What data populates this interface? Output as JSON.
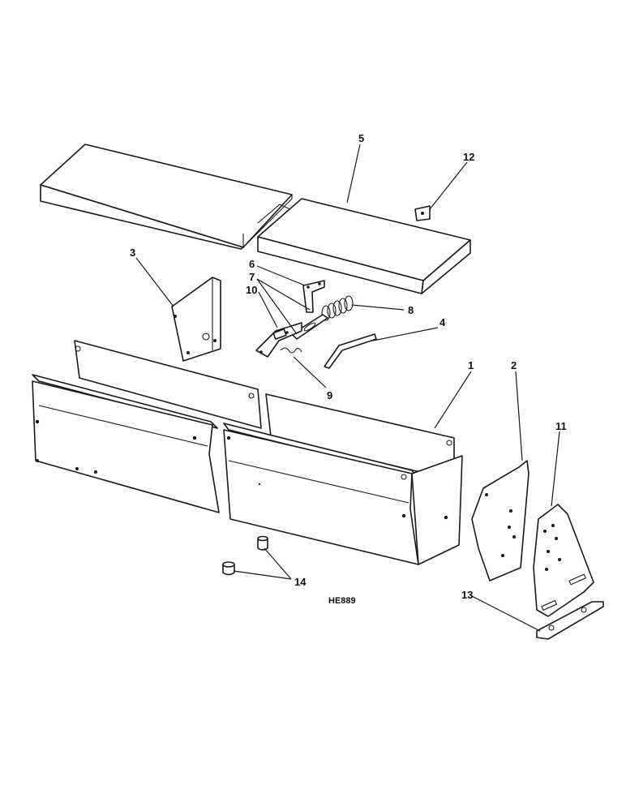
{
  "callouts": {
    "c1": "1",
    "c2": "2",
    "c3": "3",
    "c4": "4",
    "c5": "5",
    "c6": "6",
    "c7": "7",
    "c8": "8",
    "c9": "9",
    "c10": "10",
    "c11": "11",
    "c12": "12",
    "c13": "13",
    "c14": "14"
  },
  "reference_code": "HE889"
}
